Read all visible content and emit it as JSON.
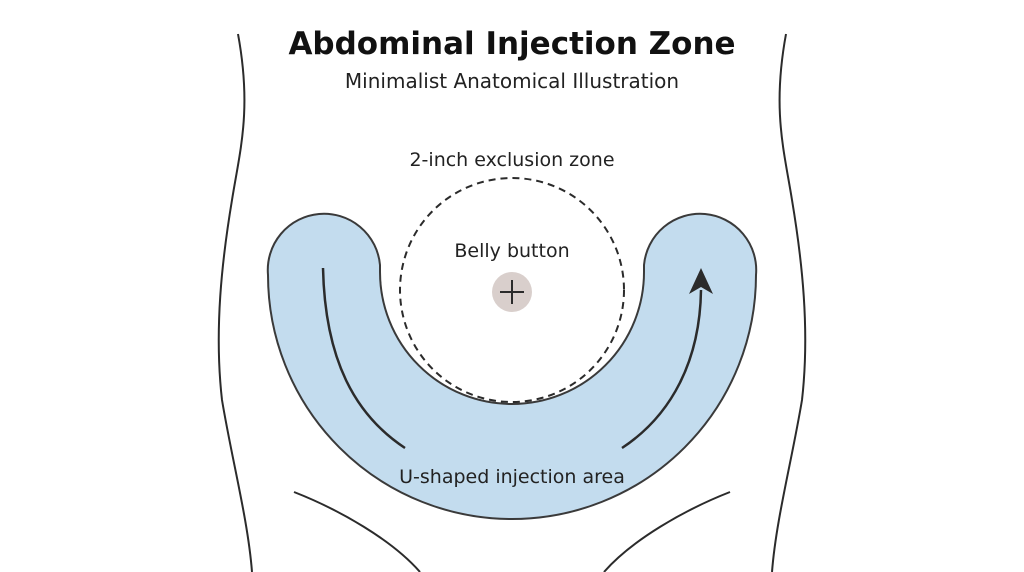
{
  "header": {
    "title": "Abdominal Injection Zone",
    "subtitle": "Minimalist Anatomical Illustration"
  },
  "labels": {
    "exclusion_zone": "2-inch exclusion zone",
    "belly_button": "Belly button",
    "injection_area": "U-shaped injection area"
  },
  "colors": {
    "injection_fill": "#c3dcee",
    "injection_stroke": "#3a3a3a",
    "navel_fill": "#d9cfcc",
    "outline": "#2b2b2b"
  },
  "icons": {
    "navel": "crosshair-plus",
    "direction": "arrow-up"
  }
}
